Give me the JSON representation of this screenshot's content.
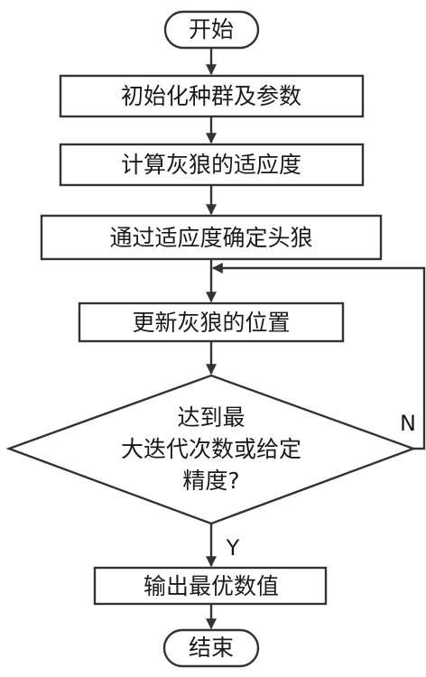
{
  "nodes": {
    "start": "开始",
    "init": "初始化种群及参数",
    "fitness": "计算灰狼的适应度",
    "leader": "通过适应度确定头狼",
    "update": "更新灰狼的位置",
    "decision_line1": "达到最",
    "decision_line2": "大迭代次数或给定",
    "decision_line3": "精度?",
    "output": "输出最优数值",
    "end": "结束"
  },
  "edges": {
    "no_label": "N",
    "yes_label": "Y"
  },
  "colors": {
    "stroke": "#333333",
    "fill": "#ffffff",
    "text": "#1a1a1a"
  }
}
